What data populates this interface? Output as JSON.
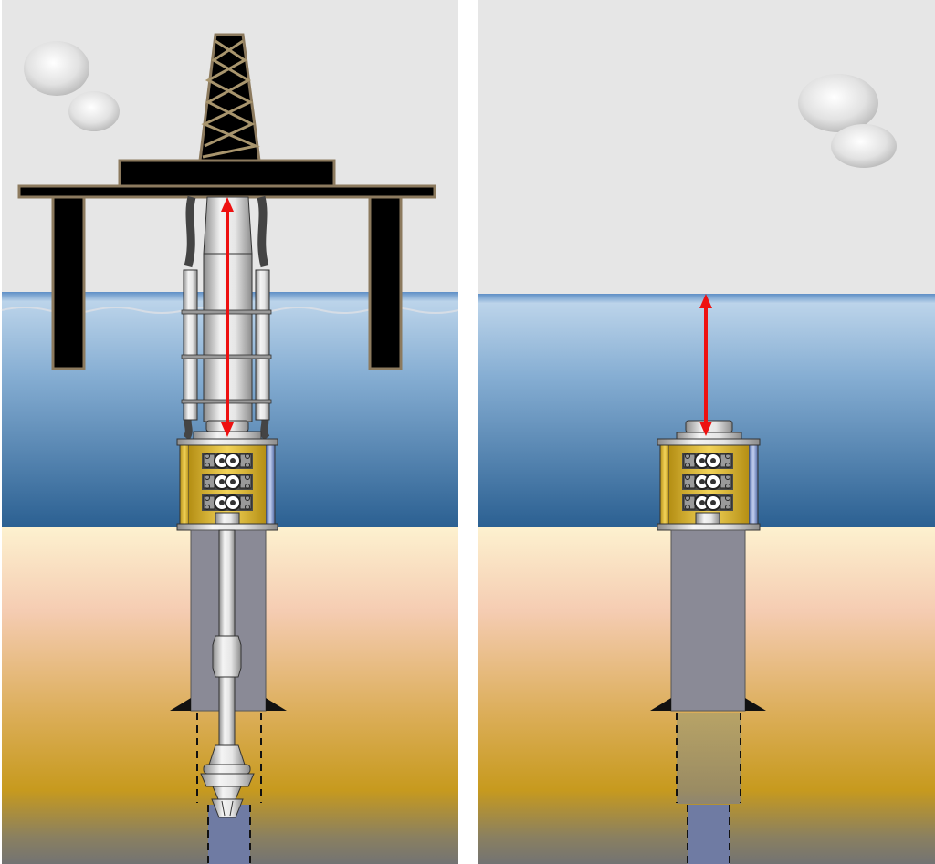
{
  "figure": {
    "panels": [
      {
        "id": "left",
        "scene": "drilling-through-riser"
      },
      {
        "id": "right",
        "scene": "riser-disconnected"
      }
    ],
    "colors": {
      "sky": "#e6e6e6",
      "sea_top": "#bcd4ea",
      "sea_bottom": "#2a5f91",
      "sediment_top": "#fdf1cf",
      "sediment_pink": "#f5ccb2",
      "sediment_gold": "#c79a1e",
      "bedrock": "#737373",
      "casing": "#8a8a96",
      "arrow": "#ee1111",
      "rig": "#000000",
      "rig_outline": "#8c7a5e",
      "bop_frame_gold": "#e1bc36",
      "bop_frame_blue": "#7d93c4",
      "steel": "#c8c8c8"
    },
    "icons": {
      "cloud": "cloud-icon",
      "rig": "drilling-rig-icon",
      "bop": "blowout-preventer-icon",
      "drill_bit": "drill-bit-icon",
      "arrow": "double-arrow-icon"
    }
  }
}
